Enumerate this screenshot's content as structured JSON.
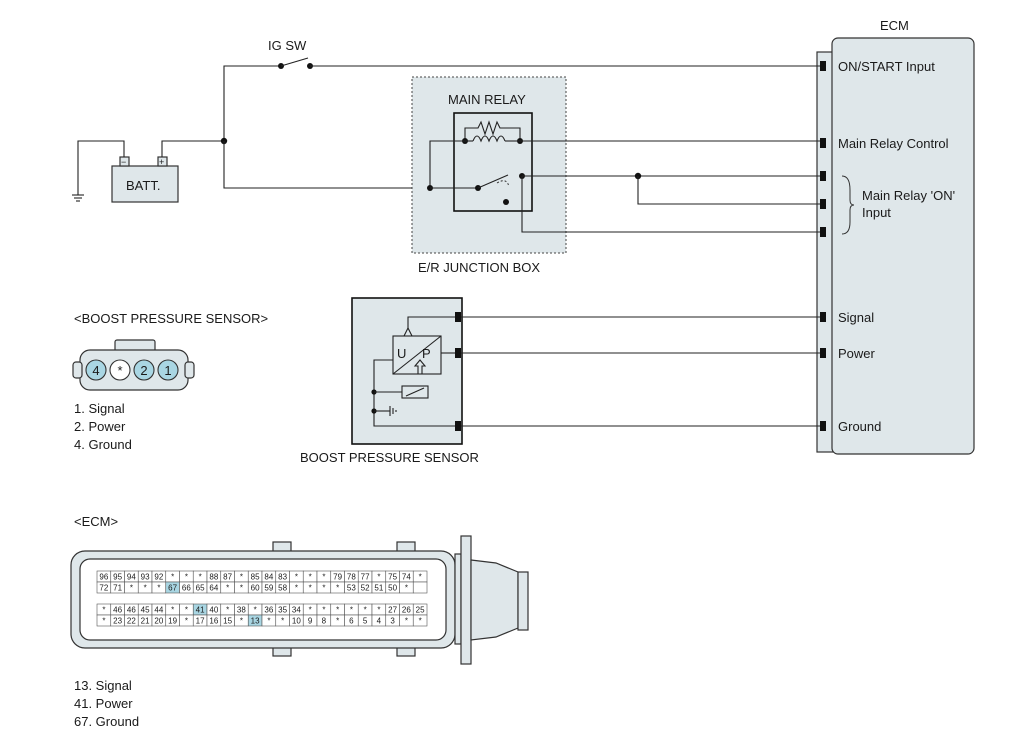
{
  "ecm": {
    "title": "ECM",
    "pins": {
      "on_start": "ON/START Input",
      "main_relay_control": "Main Relay Control",
      "main_relay_on_line1": "Main Relay 'ON'",
      "main_relay_on_line2": "Input",
      "signal": "Signal",
      "power": "Power",
      "ground": "Ground"
    }
  },
  "ig_sw": "IG SW",
  "battery": "BATT.",
  "main_relay": "MAIN RELAY",
  "er_junction_box": "E/R JUNCTION BOX",
  "boost_sensor": {
    "label": "BOOST PRESSURE SENSOR",
    "u": "U",
    "p": "P"
  },
  "boost_connector": {
    "title": "<BOOST PRESSURE SENSOR>",
    "pins": [
      "4",
      "*",
      "2",
      "1"
    ],
    "legend": [
      "1. Signal",
      "2. Power",
      "4. Ground"
    ]
  },
  "ecm_connector": {
    "title": "<ECM>",
    "rows": [
      [
        "96",
        "95",
        "94",
        "93",
        "92",
        "*",
        "*",
        "*",
        "88",
        "87",
        "*",
        "85",
        "84",
        "83",
        "*",
        "*",
        "*",
        "79",
        "78",
        "77",
        "*",
        "75",
        "74",
        "*"
      ],
      [
        "72",
        "71",
        "*",
        "*",
        "*",
        "67",
        "66",
        "65",
        "64",
        "*",
        "*",
        "60",
        "59",
        "58",
        "*",
        "*",
        "*",
        "*",
        "53",
        "52",
        "51",
        "50",
        "*",
        ""
      ],
      [
        "*",
        "46",
        "46",
        "45",
        "44",
        "*",
        "*",
        "41",
        "40",
        "*",
        "38",
        "*",
        "36",
        "35",
        "34",
        "*",
        "*",
        "*",
        "*",
        "*",
        "*",
        "27",
        "26",
        "25"
      ],
      [
        "*",
        "23",
        "22",
        "21",
        "20",
        "19",
        "*",
        "17",
        "16",
        "15",
        "*",
        "13",
        "*",
        "*",
        "10",
        "9",
        "8",
        "*",
        "6",
        "5",
        "4",
        "3",
        "*",
        "*"
      ]
    ],
    "highlight": [
      "67",
      "41",
      "13"
    ],
    "legend": [
      "13. Signal",
      "41. Power",
      "67. Ground"
    ]
  },
  "colors": {
    "panel": "#dfe7ea",
    "highlight": "#a9d6e3",
    "line": "#222222"
  }
}
